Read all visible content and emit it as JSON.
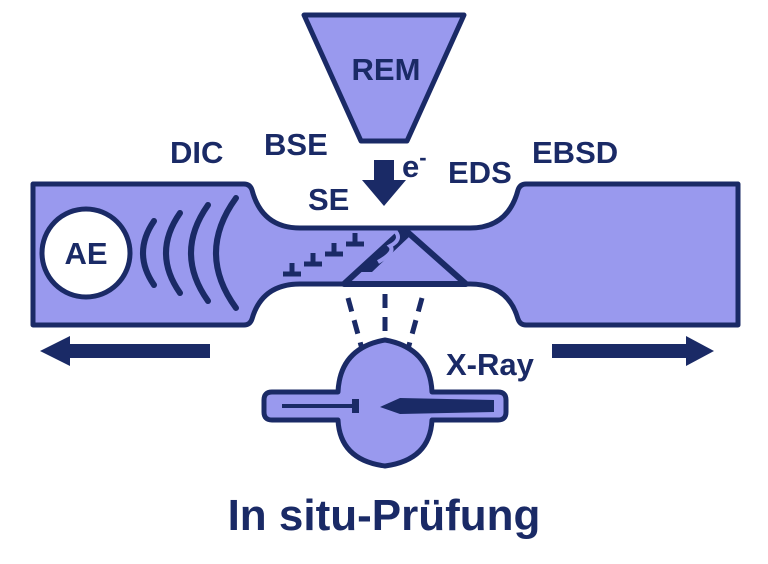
{
  "colors": {
    "fill": "#9999ee",
    "stroke": "#1a2a66",
    "background": "#ffffff"
  },
  "labels": {
    "rem": "REM",
    "dic": "DIC",
    "bse": "BSE",
    "electron": "e",
    "electron_sup": "-",
    "eds": "EDS",
    "ebsd": "EBSD",
    "se": "SE",
    "ae": "AE",
    "xray": "X-Ray"
  },
  "title": "In situ-Prüfung",
  "icons": [
    "electron-beam-arrow",
    "load-arrow-left",
    "load-arrow-right",
    "dislocation-symbols",
    "crack-triangle",
    "acoustic-waves",
    "xray-detector"
  ]
}
